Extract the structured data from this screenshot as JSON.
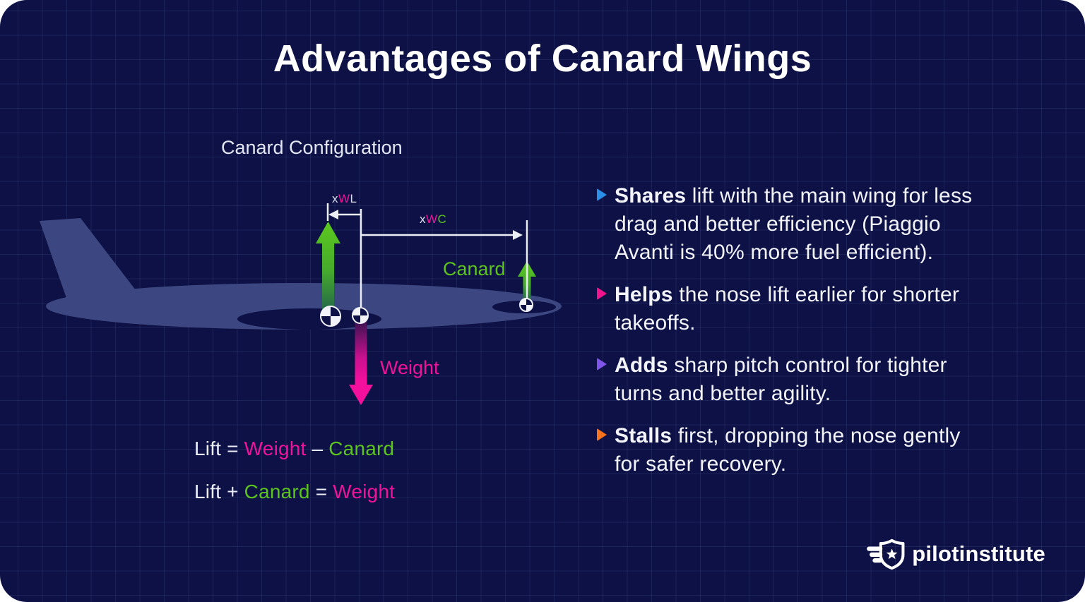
{
  "title": "Advantages of Canard Wings",
  "colors": {
    "bg": "#0d1145",
    "grid": "rgba(120,140,210,0.14)",
    "plane": "#3c4781",
    "green": "#5cc41d",
    "pink": "#f0129a",
    "blue": "#2b8fe8",
    "purple": "#7e55e8",
    "orange": "#f5731d",
    "white": "#ffffff"
  },
  "diagram": {
    "caption": "Canard Configuration",
    "dim_wl": {
      "x": "x",
      "w": "W",
      "l": "L"
    },
    "dim_wc": {
      "x": "x",
      "w": "W",
      "c": "C"
    },
    "canard_label": "Canard",
    "weight_label": "Weight",
    "icons": [
      "lift-arrow",
      "canard-arrow",
      "weight-arrow",
      "cg-symbol"
    ],
    "equations": [
      {
        "t1": "Lift",
        "op1": " = ",
        "t2": "Weight",
        "op2": " – ",
        "t3": "Canard"
      },
      {
        "t1": "Lift",
        "op1": " + ",
        "t2": "Canard",
        "op2": " = ",
        "t3": "Weight"
      }
    ]
  },
  "bullets": [
    {
      "bold": "Shares",
      "text": " lift with the main wing for less\ndrag and better efficiency (Piaggio\nAvanti is 40% more fuel efficient).",
      "marker_color": "#2b8fe8"
    },
    {
      "bold": "Helps",
      "text": " the nose lift earlier for shorter\ntakeoffs.",
      "marker_color": "#f0148c"
    },
    {
      "bold": "Adds",
      "text": " sharp pitch control for tighter\nturns and better agility.",
      "marker_color": "#7e55e8"
    },
    {
      "bold": "Stalls",
      "text": " first, dropping the nose gently\nfor safer recovery.",
      "marker_color": "#f5731d"
    }
  ],
  "logo": {
    "text": "pilotinstitute"
  }
}
